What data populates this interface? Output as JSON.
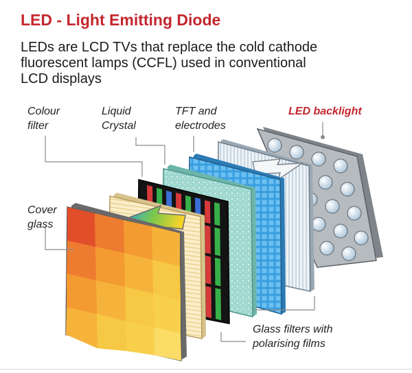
{
  "header": {
    "title": "LED - Light Emitting Diode",
    "subtitle_lines": [
      "LEDs are LCD TVs that replace the cold cathode",
      "fluorescent lamps (CCFL) used in conventional",
      "LCD displays"
    ]
  },
  "labels": {
    "colour_filter": [
      "Colour",
      "filter"
    ],
    "liquid_crystal": [
      "Liquid",
      "Crystal"
    ],
    "tft_electrodes": [
      "TFT and",
      "electrodes"
    ],
    "led_backlight": "LED backlight",
    "cover_glass": [
      "Cover",
      "glass"
    ],
    "glass_filters": [
      "Glass filters with",
      "polarising films"
    ]
  },
  "colors": {
    "title": "#c4262e",
    "led_backlight_label": "#c4262e",
    "cover_glass_orange": "#f39a2b",
    "cover_glass_red": "#e04a2a",
    "cover_glass_yellow": "#f7d24a",
    "liquid_crystal": "#f7e6b8",
    "tft_blue": "#3a9ee0",
    "glass_teal": "#9fd8cf",
    "polariser": "#dde9f0",
    "backlight_panel": "#9ea3a8",
    "led_bulb": "#d6e3ee"
  }
}
